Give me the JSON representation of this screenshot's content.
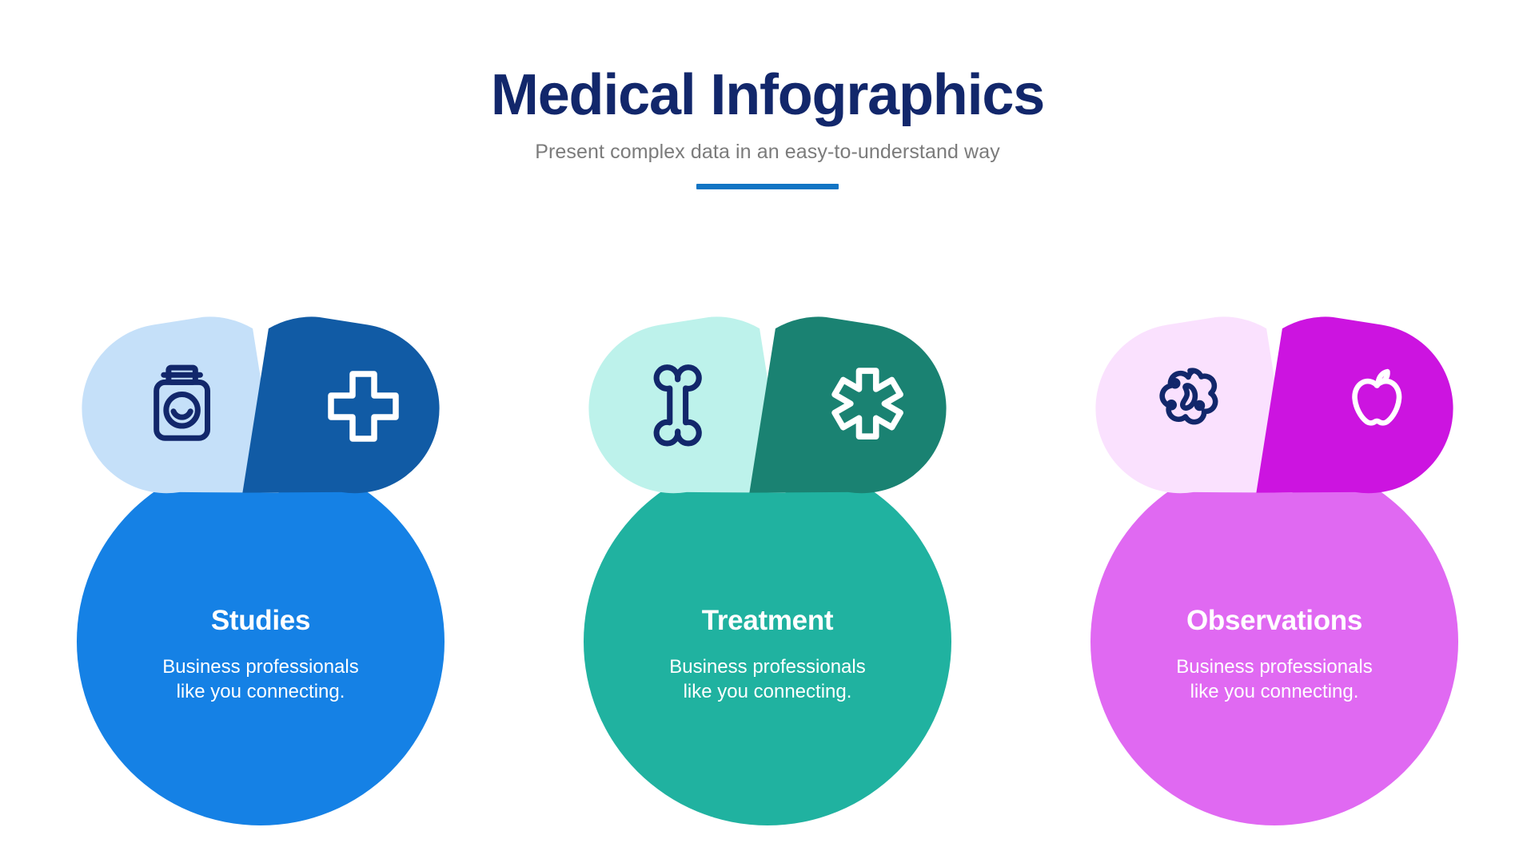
{
  "header": {
    "title": "Medical Infographics",
    "subtitle": "Present complex data in an easy-to-understand way",
    "title_color": "#12276B",
    "subtitle_color": "#7B7B7B",
    "divider_color": "#1275C4"
  },
  "groups": [
    {
      "id": "studies",
      "title": "Studies",
      "description": "Business professionals\nlike you connecting.",
      "circle_color": "#1581E5",
      "left_petal_color": "#C5E0F9",
      "right_petal_color": "#115BA5",
      "left_icon": "pill-bottle-icon",
      "right_icon": "medical-cross-icon",
      "left_icon_color": "#12276B",
      "right_icon_color": "#FFFFFF"
    },
    {
      "id": "treatment",
      "title": "Treatment",
      "description": "Business professionals\nlike you connecting.",
      "circle_color": "#20B2A0",
      "left_petal_color": "#BDF2EB",
      "right_petal_color": "#1A8272",
      "left_icon": "bone-icon",
      "right_icon": "star-of-life-icon",
      "left_icon_color": "#12276B",
      "right_icon_color": "#FFFFFF"
    },
    {
      "id": "observations",
      "title": "Observations",
      "description": "Business professionals\nlike you connecting.",
      "circle_color": "#E069F2",
      "left_petal_color": "#FAE1FE",
      "right_petal_color": "#CC14E0",
      "left_icon": "cell-bacteria-icon",
      "right_icon": "apple-icon",
      "left_icon_color": "#12276B",
      "right_icon_color": "#FFFFFF"
    }
  ]
}
